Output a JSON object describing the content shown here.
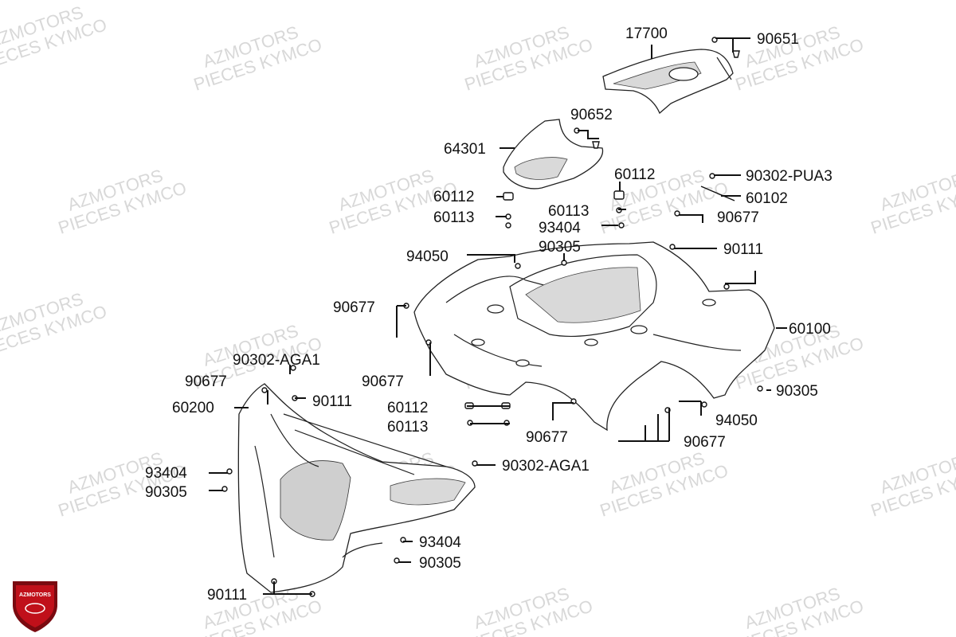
{
  "watermark": {
    "line1": "AZMOTORS",
    "line2": "PIECES KYMCO"
  },
  "logo": {
    "text": "AZMOTORS",
    "colors": {
      "shield": "#c0101a",
      "rim": "#7a0a10",
      "text": "#ffffff"
    }
  },
  "parts": [
    {
      "id": "p1",
      "number": "17700"
    },
    {
      "id": "p2",
      "number": "90651"
    },
    {
      "id": "p3",
      "number": "90652"
    },
    {
      "id": "p4",
      "number": "64301"
    },
    {
      "id": "p5",
      "number": "60112"
    },
    {
      "id": "p6",
      "number": "90302-PUA3"
    },
    {
      "id": "p7",
      "number": "60112"
    },
    {
      "id": "p8",
      "number": "60102"
    },
    {
      "id": "p9",
      "number": "60113"
    },
    {
      "id": "p10",
      "number": "60113"
    },
    {
      "id": "p11",
      "number": "90677"
    },
    {
      "id": "p12",
      "number": "93404"
    },
    {
      "id": "p13",
      "number": "90305"
    },
    {
      "id": "p14",
      "number": "94050"
    },
    {
      "id": "p15",
      "number": "90111"
    },
    {
      "id": "p16",
      "number": "90677"
    },
    {
      "id": "p17",
      "number": "60100"
    },
    {
      "id": "p18",
      "number": "90302-AGA1"
    },
    {
      "id": "p19",
      "number": "90677"
    },
    {
      "id": "p20",
      "number": "90677"
    },
    {
      "id": "p21",
      "number": "90305"
    },
    {
      "id": "p22",
      "number": "90111"
    },
    {
      "id": "p23",
      "number": "60200"
    },
    {
      "id": "p24",
      "number": "60112"
    },
    {
      "id": "p25",
      "number": "94050"
    },
    {
      "id": "p26",
      "number": "60113"
    },
    {
      "id": "p27",
      "number": "90677"
    },
    {
      "id": "p28",
      "number": "90677"
    },
    {
      "id": "p29",
      "number": "90302-AGA1"
    },
    {
      "id": "p30",
      "number": "93404"
    },
    {
      "id": "p31",
      "number": "90305"
    },
    {
      "id": "p32",
      "number": "93404"
    },
    {
      "id": "p33",
      "number": "90305"
    },
    {
      "id": "p34",
      "number": "90111"
    }
  ]
}
